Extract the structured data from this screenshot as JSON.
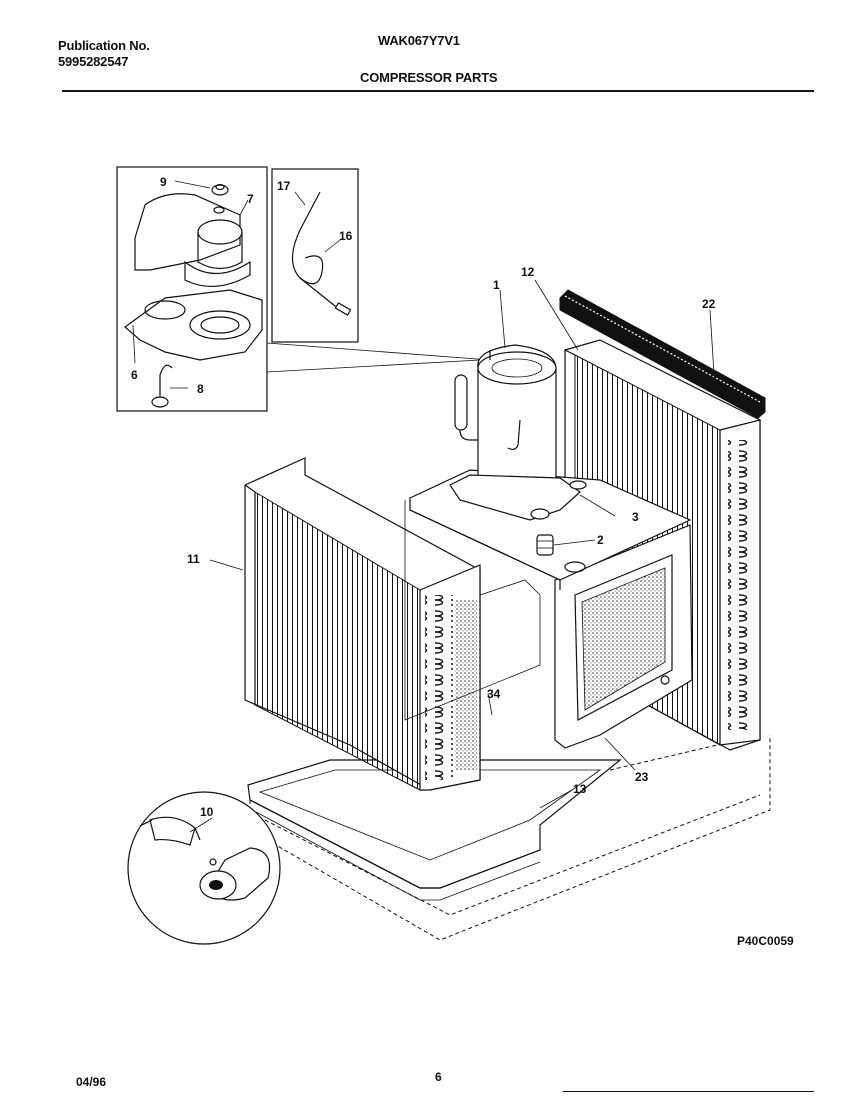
{
  "header": {
    "publication_label": "Publication No.",
    "publication_number": "5995282547",
    "model": "WAK067Y7V1",
    "section_title": "COMPRESSOR PARTS"
  },
  "callouts": {
    "c1": "1",
    "c2": "2",
    "c3": "3",
    "c6": "6",
    "c7": "7",
    "c8": "8",
    "c9": "9",
    "c10": "10",
    "c11": "11",
    "c12": "12",
    "c13": "13",
    "c16": "16",
    "c17": "17",
    "c22": "22",
    "c23": "23",
    "c34": "34"
  },
  "footer": {
    "diagram_code": "P40C0059",
    "date": "04/96",
    "page_number": "6"
  }
}
